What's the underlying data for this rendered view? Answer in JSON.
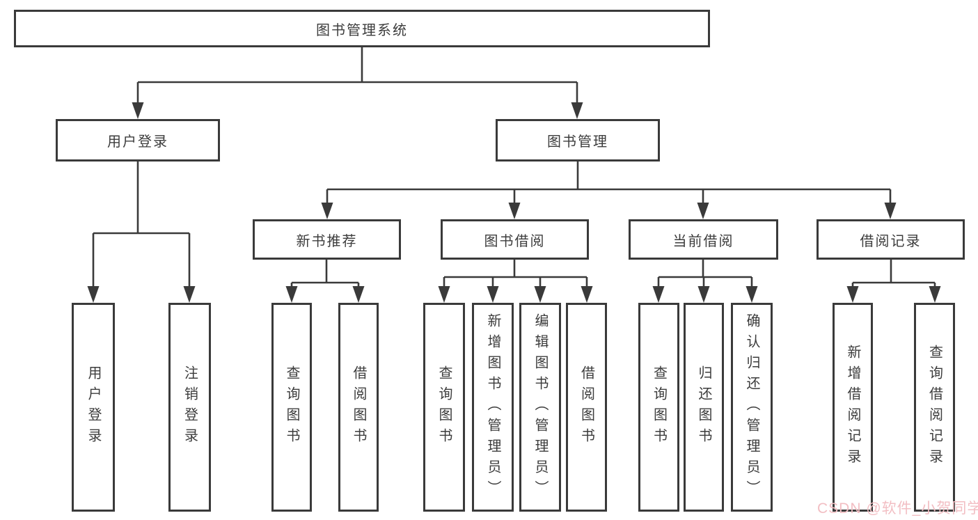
{
  "diagram": {
    "root": {
      "id": "root",
      "label": "图书管理系统",
      "children": [
        {
          "id": "user-login",
          "label": "用户登录",
          "children": [
            {
              "id": "login",
              "label": "用户登录"
            },
            {
              "id": "logout",
              "label": "注销登录"
            }
          ]
        },
        {
          "id": "book-mgmt",
          "label": "图书管理",
          "children": [
            {
              "id": "new-book-rec",
              "label": "新书推荐",
              "children": [
                {
                  "id": "rec-query-book",
                  "label": "查询图书"
                },
                {
                  "id": "rec-borrow-book",
                  "label": "借阅图书"
                }
              ]
            },
            {
              "id": "book-borrow",
              "label": "图书借阅",
              "children": [
                {
                  "id": "bor-query-book",
                  "label": "查询图书"
                },
                {
                  "id": "bor-add-book",
                  "label": "新增图书（管理员）"
                },
                {
                  "id": "bor-edit-book",
                  "label": "编辑图书（管理员）"
                },
                {
                  "id": "bor-borrow-book",
                  "label": "借阅图书"
                }
              ]
            },
            {
              "id": "current-borrow",
              "label": "当前借阅",
              "children": [
                {
                  "id": "cur-query-book",
                  "label": "查询图书"
                },
                {
                  "id": "cur-return-book",
                  "label": "归还图书"
                },
                {
                  "id": "cur-confirm-return",
                  "label": "确认归还（管理员）"
                }
              ]
            },
            {
              "id": "borrow-record",
              "label": "借阅记录",
              "children": [
                {
                  "id": "log-add-record",
                  "label": "新增借阅记录"
                },
                {
                  "id": "log-query-record",
                  "label": "查询借阅记录"
                }
              ]
            }
          ]
        }
      ]
    }
  },
  "watermark": {
    "text": "CSDN @软件_小贺同学",
    "color": "#f2bec3"
  },
  "colors": {
    "line": "#3a3a3a",
    "text": "#3c3c3c",
    "background": "#ffffff"
  }
}
